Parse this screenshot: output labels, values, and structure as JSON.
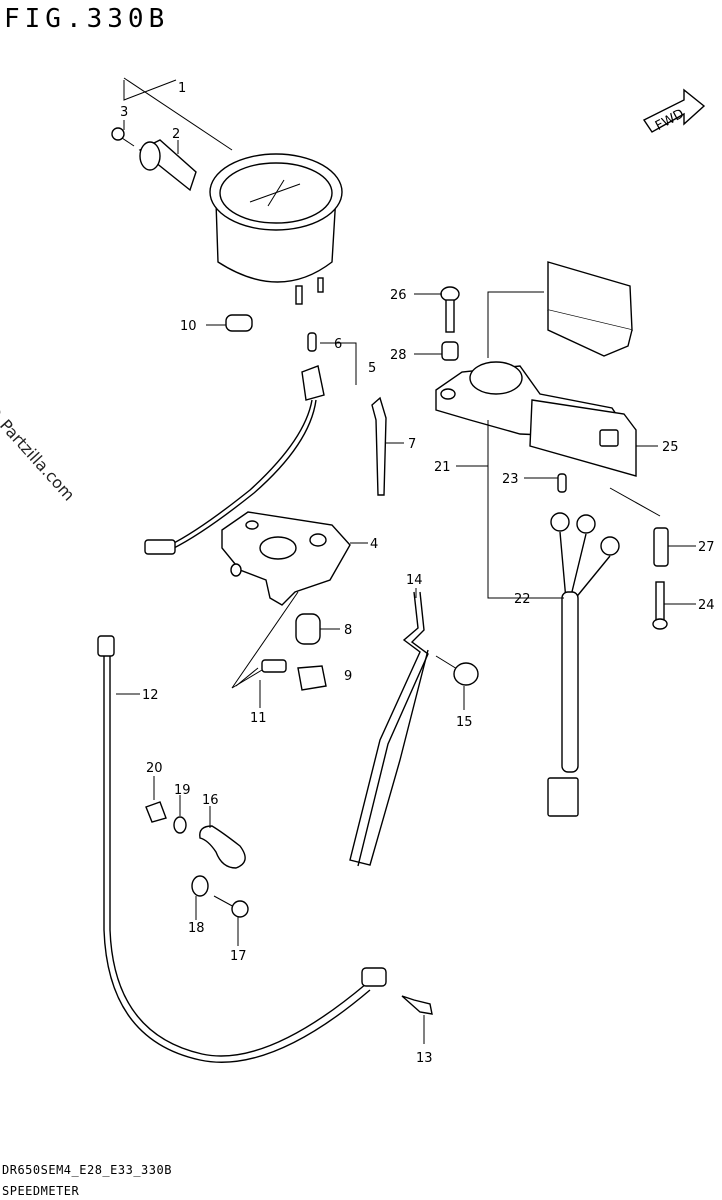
{
  "figure": {
    "title": "FIG.330B",
    "footer_code": "DR650SEM4_E28_E33_330B",
    "footer_name": "SPEEDMETER",
    "watermark": "© Partzilla.com",
    "fwd_label": "FWD"
  },
  "callouts": {
    "c1": "1",
    "c2": "2",
    "c3": "3",
    "c4": "4",
    "c5": "5",
    "c6": "6",
    "c7": "7",
    "c8": "8",
    "c9": "9",
    "c10": "10",
    "c11": "11",
    "c12": "12",
    "c13": "13",
    "c14": "14",
    "c15": "15",
    "c16": "16",
    "c17": "17",
    "c18": "18",
    "c19": "19",
    "c20": "20",
    "c21": "21",
    "c22": "22",
    "c23": "23",
    "c24": "24",
    "c25": "25",
    "c26": "26",
    "c27": "27",
    "c28": "28"
  }
}
